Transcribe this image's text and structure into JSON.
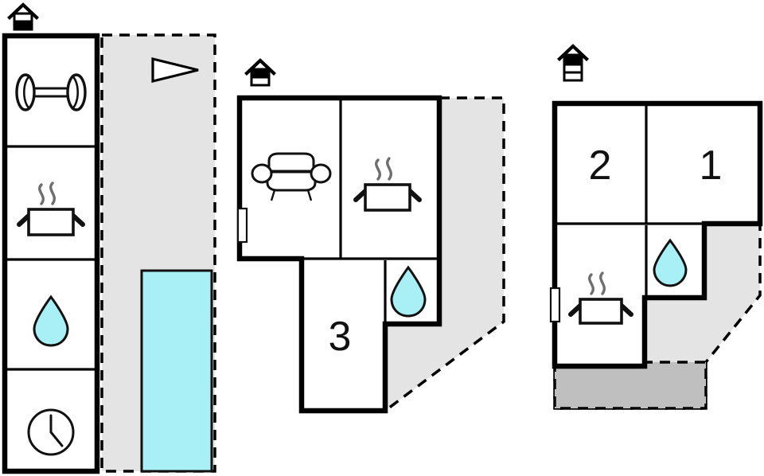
{
  "diagram": {
    "title": "Holiday home floor plan",
    "type": "floor-plan",
    "unit_count": 3,
    "colors": {
      "wall": "#000000",
      "wall_thin": "#1a1a1a",
      "plot_fill": "#e4e4e4",
      "terrace_fill": "#bfbfbf",
      "water_fill": "#a8f0f5",
      "background": "#ffffff",
      "icon_stroke": "#111111",
      "steam_stroke": "#6e6e6e"
    }
  },
  "buildings": [
    {
      "id": "building-left",
      "name": "left-building",
      "entrance_marker": "house-entrance-icon",
      "rooms": [
        {
          "id": "left-room-fitness",
          "label": "",
          "icon": "dumbbell-icon",
          "icon_name": "fitness"
        },
        {
          "id": "left-room-kitchen",
          "label": "",
          "icon": "cooking-pot-icon",
          "icon_name": "kitchen"
        },
        {
          "id": "left-room-bathroom",
          "label": "",
          "icon": "water-drop-icon",
          "icon_name": "bathroom"
        },
        {
          "id": "left-room-clock",
          "label": "",
          "icon": "clock-icon",
          "icon_name": "reception"
        }
      ],
      "plot": {
        "name": "plot-outline-left",
        "style": "dashed"
      },
      "features": [
        {
          "name": "pool-area",
          "icon": "pool-rectangle",
          "fill": "#a8f0f5"
        },
        {
          "name": "boat-marker",
          "icon": "triangle-arrow-icon"
        }
      ]
    },
    {
      "id": "building-middle",
      "name": "middle-building",
      "entrance_marker": "house-entrance-icon",
      "rooms": [
        {
          "id": "mid-room-living",
          "label": "",
          "icon": "sofa-icon",
          "icon_name": "living-room"
        },
        {
          "id": "mid-room-kitchen",
          "label": "",
          "icon": "cooking-pot-icon",
          "icon_name": "kitchen"
        },
        {
          "id": "mid-room-bath",
          "label": "",
          "icon": "water-drop-icon",
          "icon_name": "bathroom"
        },
        {
          "id": "mid-room-3",
          "label": "3",
          "icon": "",
          "icon_name": "bedroom-3"
        }
      ],
      "plot": {
        "name": "plot-outline-middle",
        "style": "dashed"
      },
      "features": [
        {
          "name": "window-marker",
          "icon": "window-icon"
        }
      ]
    },
    {
      "id": "building-right",
      "name": "right-building",
      "entrance_marker": "house-entrance-icon",
      "rooms": [
        {
          "id": "right-room-2",
          "label": "2",
          "icon": "",
          "icon_name": "bedroom-2"
        },
        {
          "id": "right-room-1",
          "label": "1",
          "icon": "",
          "icon_name": "bedroom-1"
        },
        {
          "id": "right-room-kitchen",
          "label": "",
          "icon": "cooking-pot-icon",
          "icon_name": "kitchen"
        },
        {
          "id": "right-room-bath",
          "label": "",
          "icon": "water-drop-icon",
          "icon_name": "bathroom"
        }
      ],
      "plot": {
        "name": "plot-outline-right",
        "style": "dashed"
      },
      "features": [
        {
          "name": "window-marker",
          "icon": "window-icon"
        },
        {
          "name": "terrace-area",
          "icon": "terrace-rectangle",
          "fill": "#bfbfbf"
        }
      ]
    }
  ],
  "labels": {
    "room_3": "3",
    "room_2": "2",
    "room_1": "1"
  }
}
